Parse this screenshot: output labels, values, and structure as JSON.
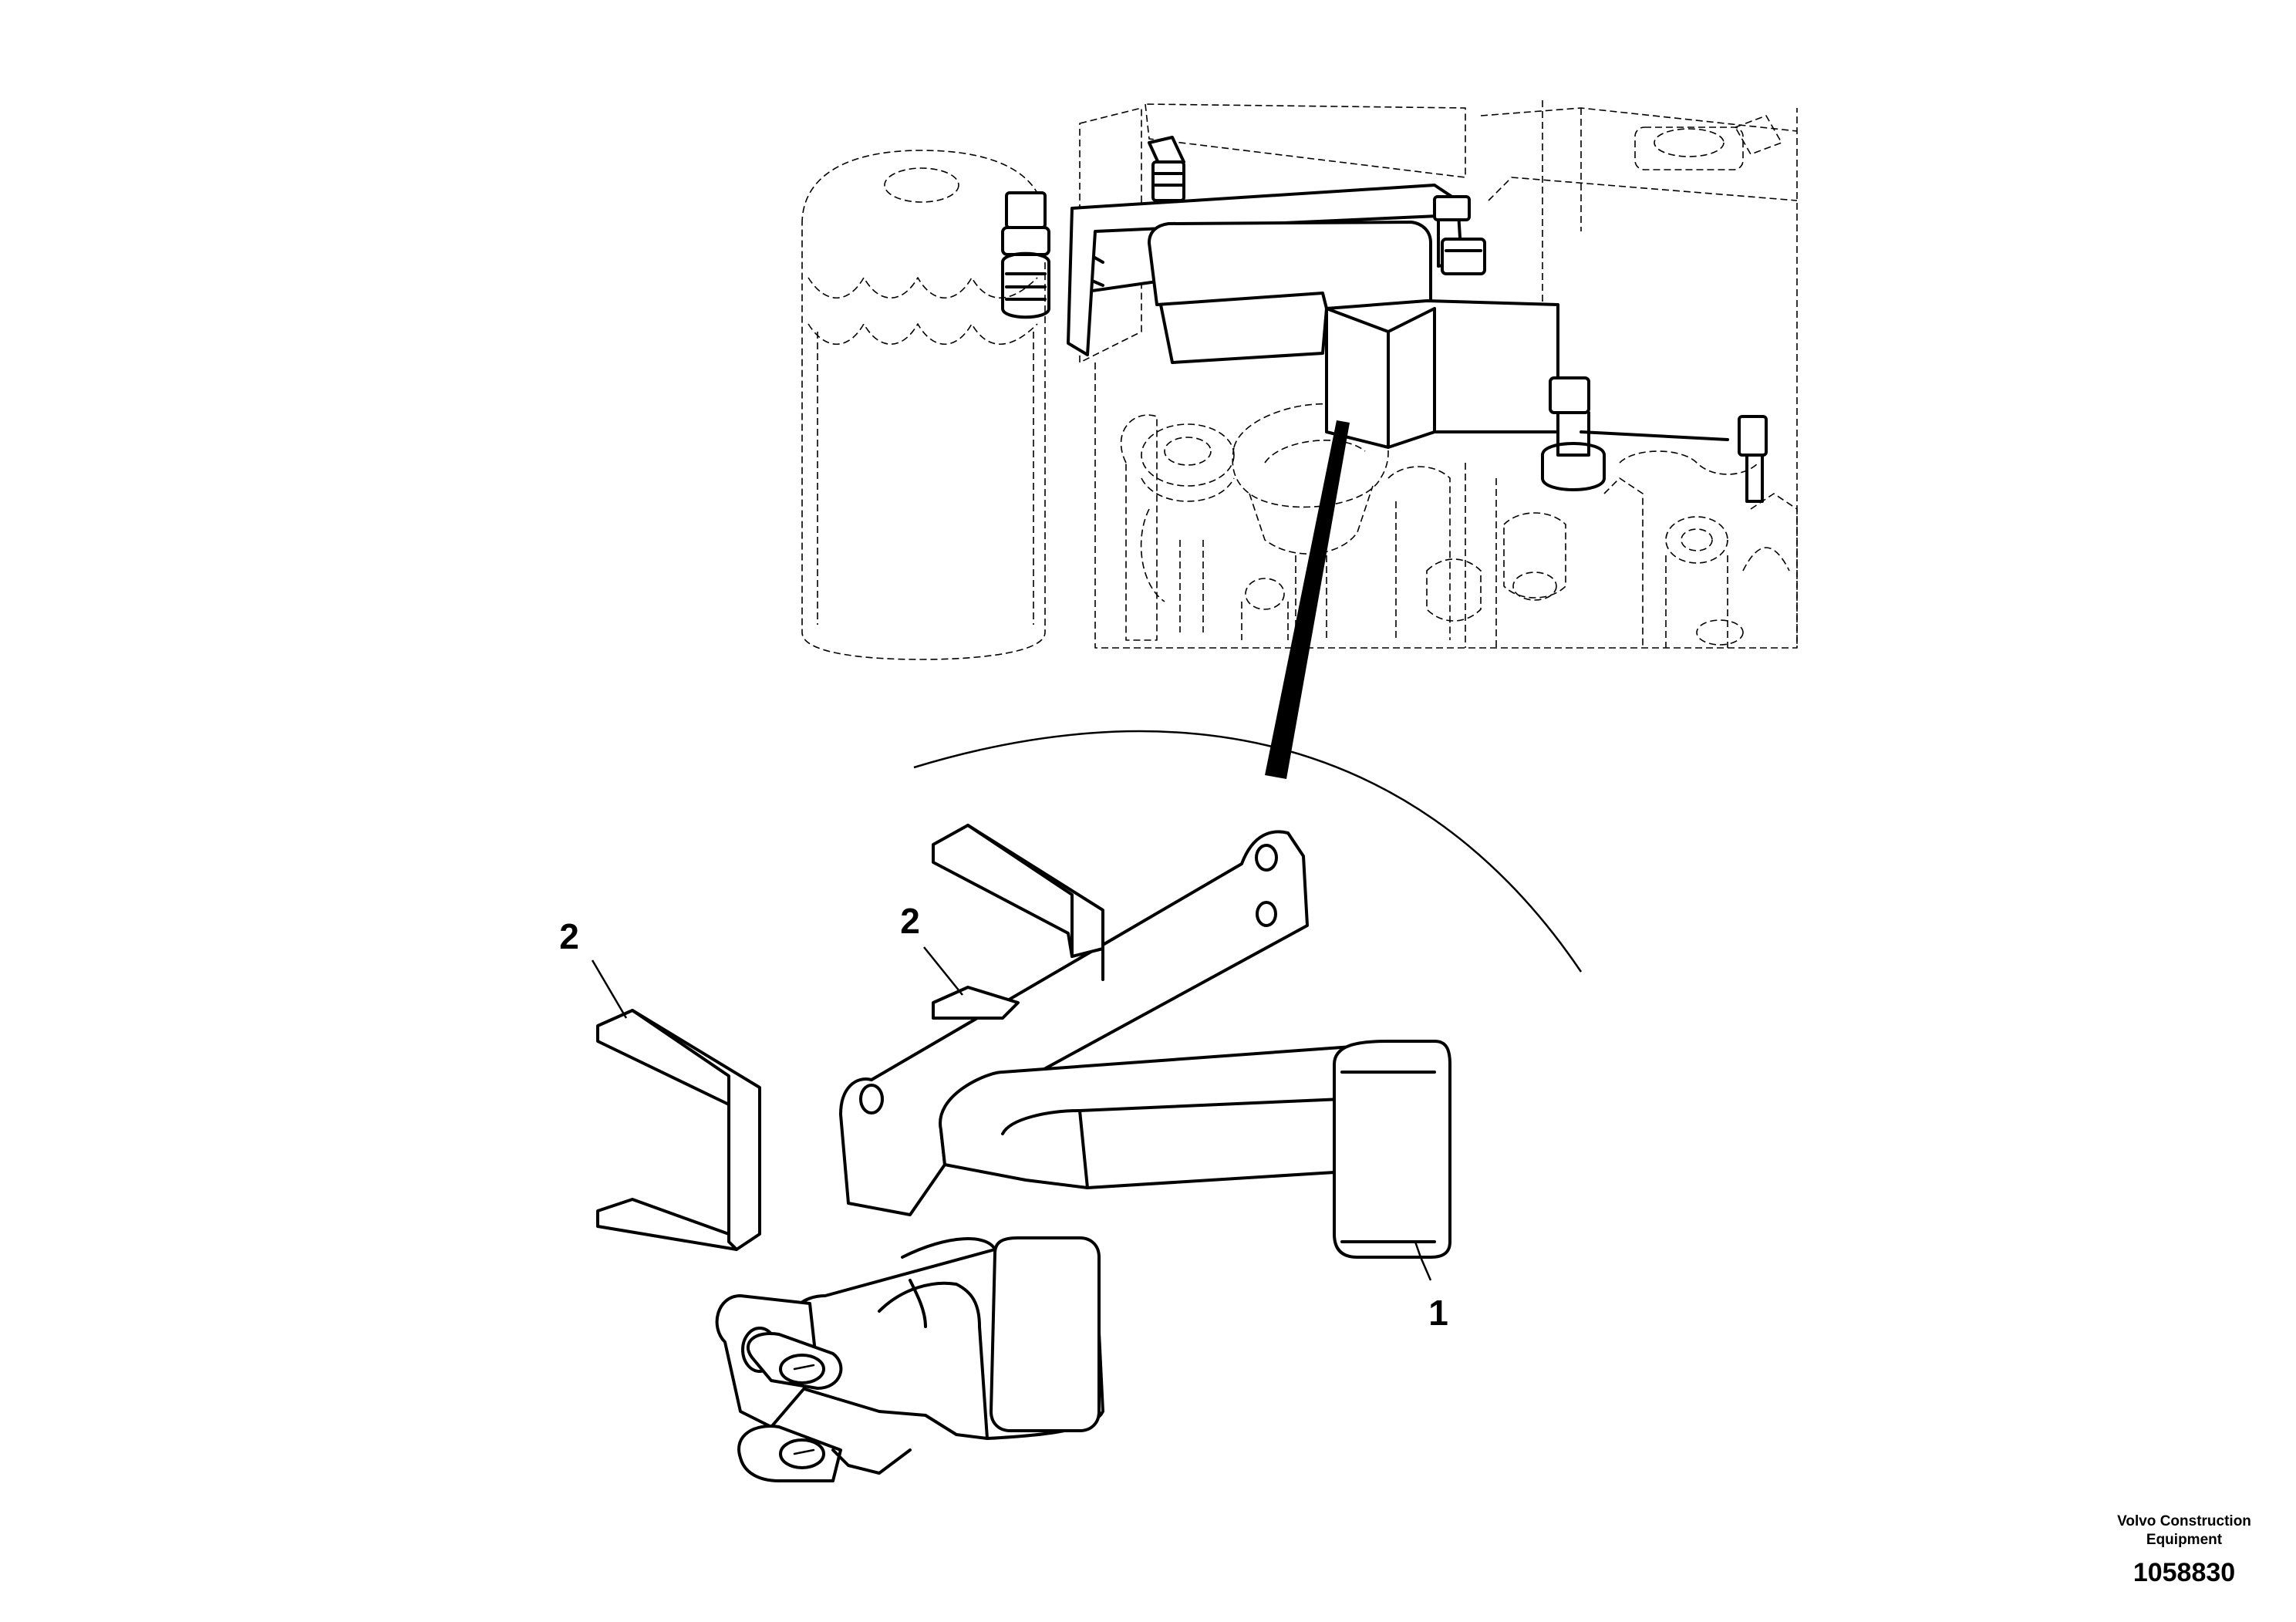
{
  "callouts": {
    "part_1": "1",
    "part_2_left": "2",
    "part_2_right": "2"
  },
  "footer": {
    "brand_line1": "Volvo Construction",
    "brand_line2": "Equipment",
    "document_number": "1058830"
  }
}
